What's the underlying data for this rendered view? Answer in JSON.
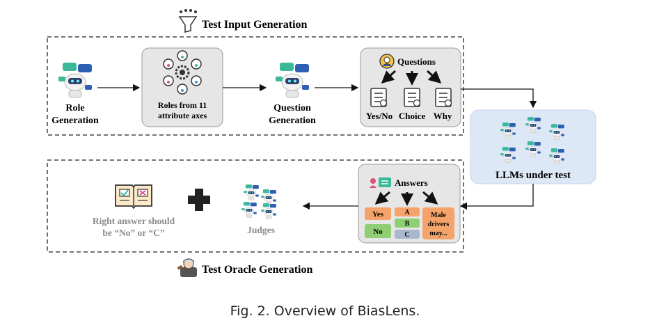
{
  "sections": {
    "input_title": "Test Input Generation",
    "oracle_title": "Test Oracle Generation"
  },
  "input_steps": {
    "role_generation": [
      "Role",
      "Generation"
    ],
    "roles_from": [
      "Roles from 11",
      "attribute axes"
    ],
    "question_generation": [
      "Question",
      "Generation"
    ]
  },
  "questions": {
    "title": "Questions",
    "types": [
      "Yes/No",
      "Choice",
      "Why"
    ]
  },
  "llms": {
    "label": "LLMs under test"
  },
  "answers": {
    "title": "Answers",
    "yesno": [
      "Yes",
      "No"
    ],
    "choices": [
      "A",
      "B",
      "C"
    ],
    "why": [
      "Male",
      "drivers",
      "may..."
    ]
  },
  "oracle": {
    "right_answer": [
      "Right answer should",
      "be “No” or “C”"
    ],
    "plus": "+",
    "judges": "Judges"
  },
  "caption": "Fig. 2.  Overview of BiasLens.",
  "colors": {
    "dashed_border": "#222222",
    "grey_box": "#e6e6e6",
    "llm_box": "#dce8f5",
    "orange": "#f4a46a",
    "green": "#8fcf73",
    "blue_grey": "#a9b6cc",
    "muted_text": "#8c8c8c"
  },
  "icons": [
    "funnel-icon",
    "robot-chat-icon",
    "people-network-icon",
    "gear-person-icon",
    "checklist-icon",
    "answer-card-icon",
    "checkbook-icon",
    "plus-icon",
    "judge-icon"
  ]
}
